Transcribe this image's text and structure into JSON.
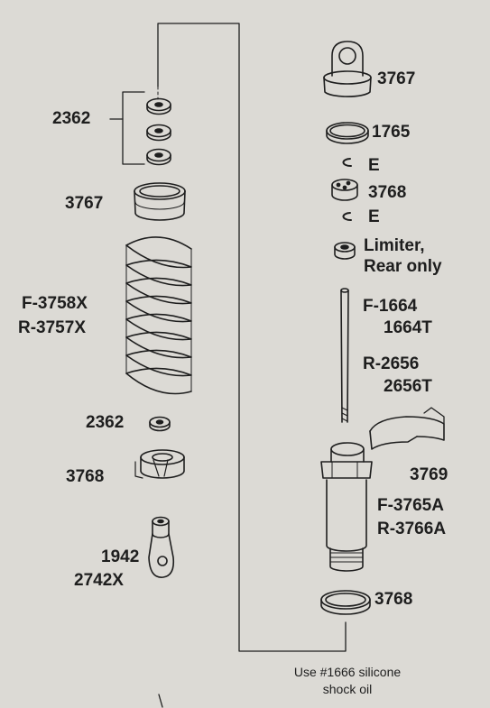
{
  "left_assembly": {
    "washers_label": "2362",
    "top_cap_label": "3767",
    "spring_front_label": "F-3758X",
    "spring_rear_label": "R-3757X",
    "lower_washer_label": "2362",
    "spring_retainer_label": "3768",
    "rod_end_label_1": "1942",
    "rod_end_label_2": "2742X"
  },
  "right_assembly": {
    "cap_label": "3767",
    "seal_label": "1765",
    "e_clip_top_label": "E",
    "piston_label": "3768",
    "e_clip_bottom_label": "E",
    "limiter_label_1": "Limiter,",
    "limiter_label_2": "Rear only",
    "shaft_front_label_1": "F-1664",
    "shaft_front_label_2": "1664T",
    "shaft_rear_label_1": "R-2656",
    "shaft_rear_label_2": "2656T",
    "clip_label": "3769",
    "body_front_label": "F-3765A",
    "body_rear_label": "R-3766A",
    "bottom_ring_label": "3768"
  },
  "note": {
    "line1": "Use #1666 silicone",
    "line2": "shock oil"
  },
  "colors": {
    "background": "#dcdad5",
    "ink": "#1e1e1e"
  }
}
